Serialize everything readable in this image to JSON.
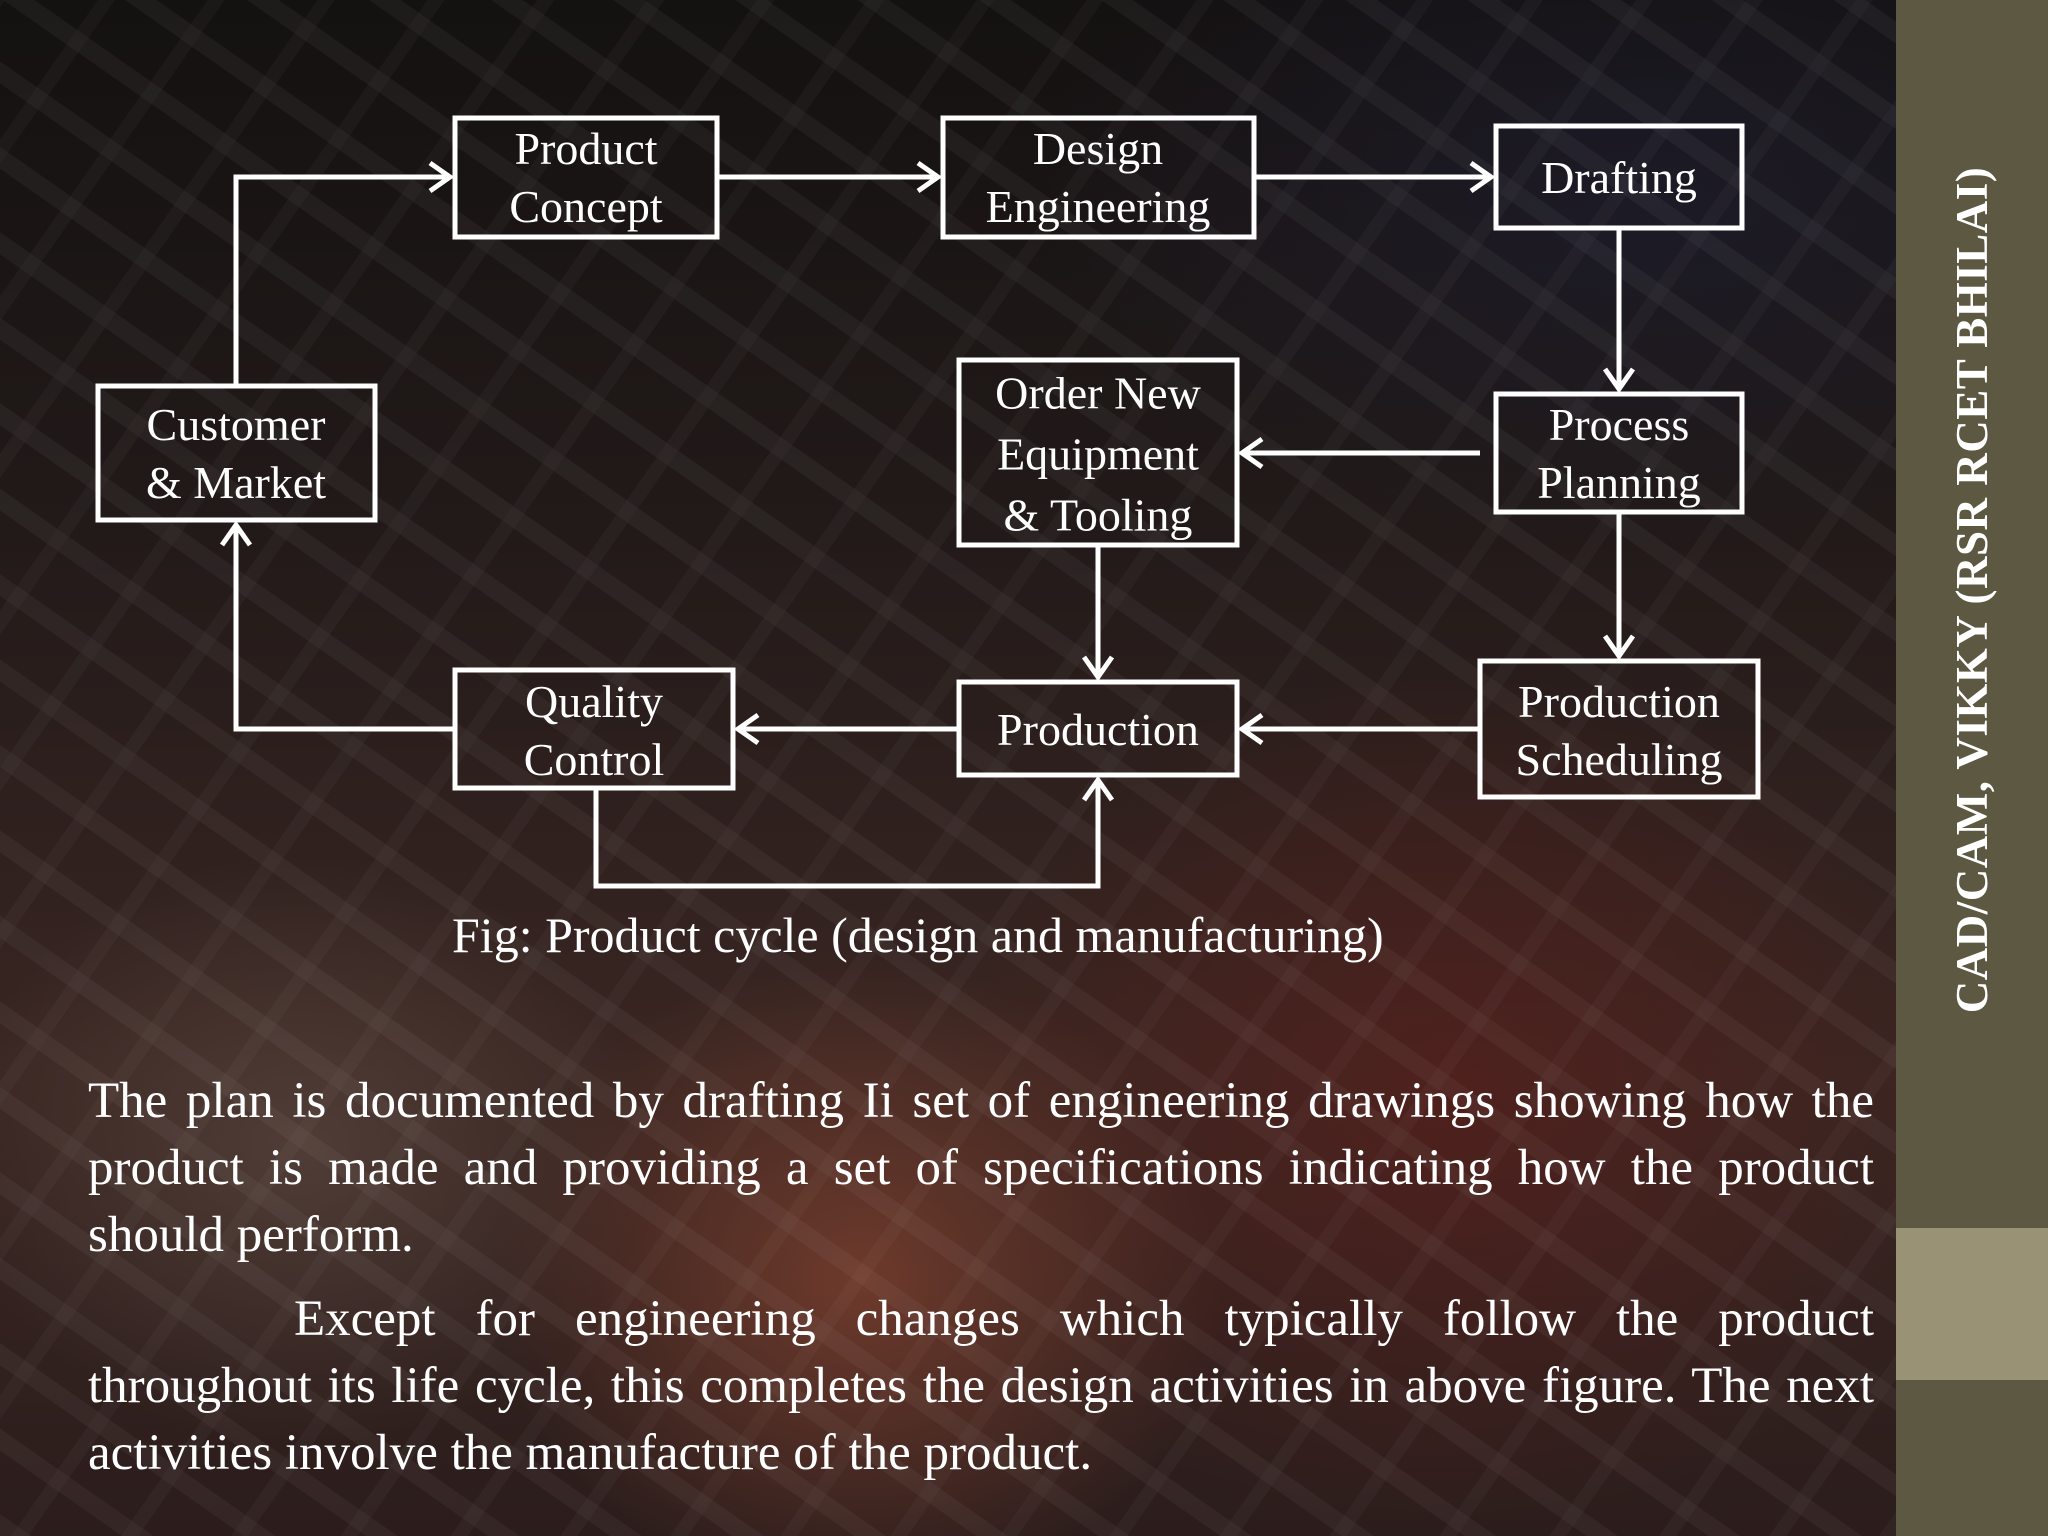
{
  "side_label": "CAD/CAM, VIKKY (RSR RCET BHILAI)",
  "diagram": {
    "nodes": {
      "product_concept": "Product\nConcept",
      "design_engineering": "Design\nEngineering",
      "drafting": "Drafting",
      "customer_market": "Customer\n& Market",
      "order_equipment": "Order New\nEquipment\n& Tooling",
      "process_planning": "Process\nPlanning",
      "quality_control": "Quality\nControl",
      "production": "Production",
      "production_scheduling": "Production\nScheduling"
    },
    "edges": [
      {
        "from": "customer_market",
        "to": "product_concept"
      },
      {
        "from": "product_concept",
        "to": "design_engineering"
      },
      {
        "from": "design_engineering",
        "to": "drafting"
      },
      {
        "from": "drafting",
        "to": "process_planning"
      },
      {
        "from": "process_planning",
        "to": "order_equipment"
      },
      {
        "from": "process_planning",
        "to": "production_scheduling"
      },
      {
        "from": "order_equipment",
        "to": "production"
      },
      {
        "from": "production_scheduling",
        "to": "production"
      },
      {
        "from": "production",
        "to": "quality_control"
      },
      {
        "from": "quality_control",
        "to": "production"
      },
      {
        "from": "quality_control",
        "to": "customer_market"
      }
    ]
  },
  "caption": "Fig: Product cycle (design and manufacturing)",
  "paragraphs": [
    "The plan is documented by drafting Ii set of engineering drawings showing how the product is made and providing a set of specifications indicating how the product should perform.",
    "Except for engineering changes which typically follow the product throughout its life cycle, this completes the design activities in above figure. The next activities involve the manufacture of the product."
  ]
}
